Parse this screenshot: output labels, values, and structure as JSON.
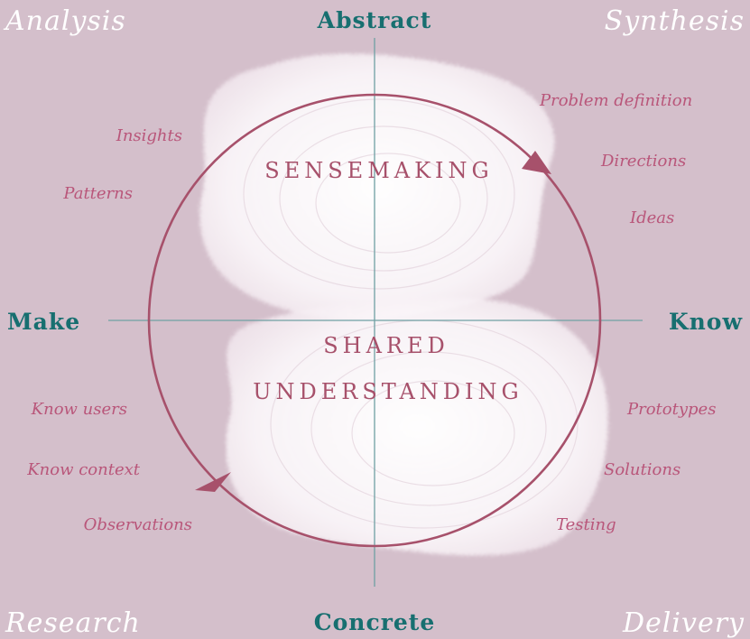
{
  "corners": {
    "top_left": "Analysis",
    "top_right": "Synthesis",
    "bottom_left": "Research",
    "bottom_right": "Delivery"
  },
  "axes": {
    "top": "Abstract",
    "bottom": "Concrete",
    "left": "Make",
    "right": "Know"
  },
  "phases": {
    "upper": "SENSEMAKING",
    "lower_line1": "SHARED",
    "lower_line2": "UNDERSTANDING"
  },
  "items": {
    "top_left": [
      "Insights",
      "Patterns"
    ],
    "top_right": [
      "Problem definition",
      "Directions",
      "Ideas"
    ],
    "bottom_left": [
      "Know users",
      "Know context",
      "Observations"
    ],
    "bottom_right": [
      "Prototypes",
      "Solutions",
      "Testing"
    ]
  },
  "colors": {
    "background": "#d4bfcb",
    "circle": "#a7516b",
    "axis_lines": "#6fa0a3",
    "axis_text": "#176f70",
    "item_text": "#b9567a",
    "corner_text": "#ffffff",
    "blob": "#ffffff"
  }
}
